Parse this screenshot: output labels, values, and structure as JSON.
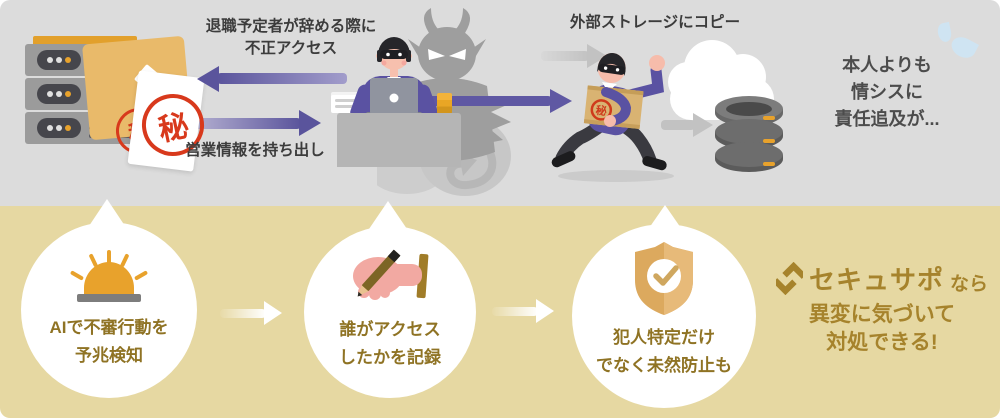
{
  "colors": {
    "top_background": "#dcdcdc",
    "bottom_background": "#e6d8a2",
    "arrow_purple": "#5a549c",
    "arrow_gray": "#c2c2c2",
    "stamp_red": "#d8391c",
    "accent_orange": "#e8a22c",
    "step_text_brown": "#8f7324",
    "brand_gold": "#a6832c"
  },
  "stamp_text": "秘",
  "scenario": {
    "access_label_line1": "退職予定者が辞める際に",
    "access_label_line2": "不正アクセス",
    "takeout_label": "営業情報を持ち出し",
    "copy_label": "外部ストレージにコピー",
    "blame_line1": "本人よりも",
    "blame_line2": "情シスに",
    "blame_line3": "責任追及が...",
    "icons": [
      "server-rack-icon",
      "secret-folder-icon",
      "secret-document-icon",
      "insider-at-desk-icon",
      "devil-silhouette-icon",
      "running-thief-icon",
      "cloud-icon",
      "database-icon",
      "sweat-drops-icon"
    ]
  },
  "steps": [
    {
      "icon": "alarm-light-icon",
      "line1": "AIで不審行動を",
      "line2": "予兆検知"
    },
    {
      "icon": "writing-hand-icon",
      "line1": "誰がアクセス",
      "line2": "したかを記録"
    },
    {
      "icon": "shield-check-icon",
      "line1": "犯人特定だけ",
      "line2": "でなく未然防止も"
    }
  ],
  "brand": {
    "name": "セキュサポ",
    "suffix": "なら",
    "line2": "異変に気づいて",
    "line3": "対処できる!"
  }
}
